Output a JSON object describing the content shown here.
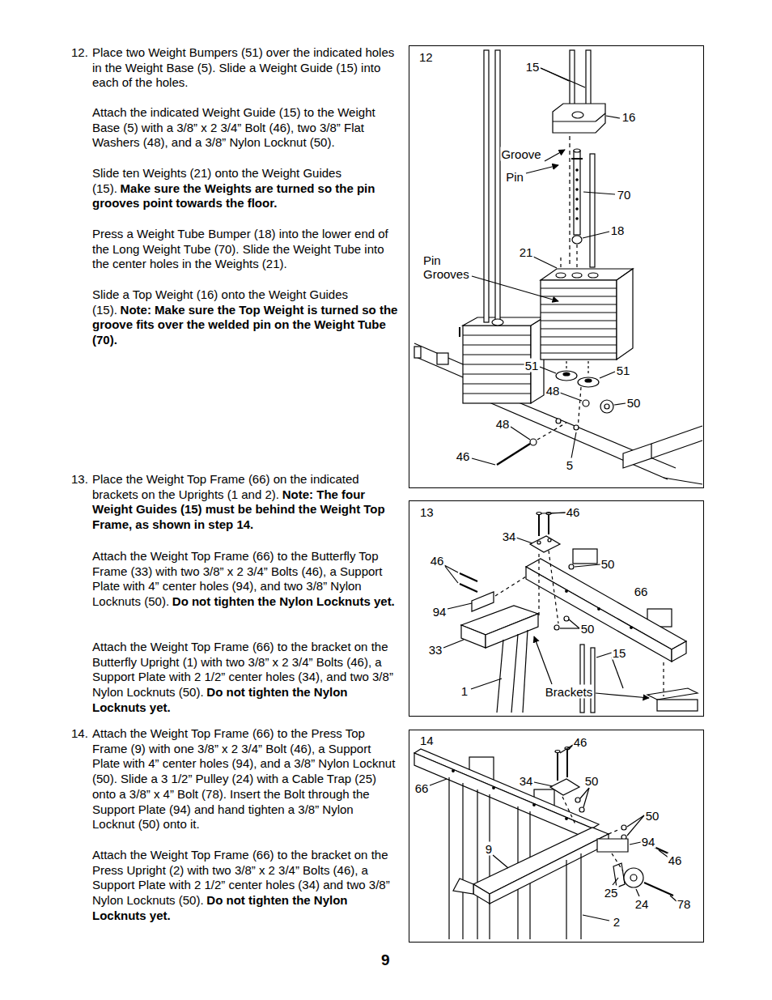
{
  "diagram": {
    "nodes": [
      {
        "text": [
          "12"
        ]
      },
      {
        "text": [
          "13"
        ]
      },
      {
        "text": [
          "14"
        ]
      }
    ],
    "labels": [
      "12.",
      "Place two Weight Bumpers (51) over the indicated holes in the Weight Base (5). Slide a Weight Guide (15) into each of the holes.",
      "Attach the indicated Weight Guide (15) to the Weight Base (5) with a 3/8” x 2 3/4” Bolt (46), two 3/8” Flat Washers (48), and a 3/8” Nylon Locknut (50).",
      "Slide ten Weights (21) onto the Weight Guides (15).",
      "Make sure the Weights are turned so the pin grooves point towards the floor.",
      "Press a Weight Tube Bumper (18) into the lower end of the Long Weight Tube (70). Slide the Weight Tube into the center holes in the Weights (21).",
      "Slide a Top Weight (16) onto the Weight Guides (15).",
      "Note: Make sure the Top Weight is turned so the groove fits over the welded pin on the Weight Tube (70).",
      "13.",
      "Place the Weight Top Frame (66) on the indicated brackets on the Uprights (1 and 2).",
      "Note: The four Weight Guides (15) must be behind the Weight Top Frame, as shown in step 14.",
      "Attach the Weight Top Frame (66) to the Butterfly Top Frame (33) with two 3/8” x 2 3/4” Bolts (46), a Support Plate with 4” center holes (94), and two 3/8” Nylon Locknuts (50).",
      "Do not tighten the Nylon Locknuts yet.",
      "Attach the Weight Top Frame (66) to the bracket on the Butterfly Upright (1) with two 3/8” x 2 3/4” Bolts (46), a Support Plate with 2 1/2” center holes (34), and two 3/8” Nylon Locknuts (50).",
      "Do not tighten the Nylon Locknuts yet.",
      "14.",
      "Attach the Weight Top Frame (66) to the Press Top Frame (9) with one 3/8” x 2 3/4” Bolt (46), a Support Plate with 4” center holes (94), and a 3/8” Nylon Locknut (50). Slide a 3 1/2” Pulley (24) with a Cable Trap (25) onto a 3/8” x 4” Bolt (78). Insert the Bolt through the Support Plate (94) and hand tighten a 3/8” Nylon Locknut (50) onto it.",
      "Attach the Weight Top Frame (66) to the bracket on the Press Upright (2) with two 3/8” x 2 3/4” Bolts (46), a Support Plate with 2 1/2” center holes (34) and two 3/8” Nylon Locknuts (50).",
      "Do not tighten the Nylon Locknuts yet.",
      "9",
      "15",
      "16",
      "Groove",
      "Pin",
      "70",
      "18",
      "21",
      "Pin Grooves",
      "51",
      "51",
      "48",
      "50",
      "48",
      "46",
      "5",
      "46",
      "34",
      "46",
      "50",
      "66",
      "94",
      "50",
      "15",
      "33",
      "1",
      "Brackets",
      "46",
      "66",
      "34",
      "50",
      "50",
      "94",
      "9",
      "46",
      "25",
      "24",
      "78",
      "2"
    ]
  }
}
